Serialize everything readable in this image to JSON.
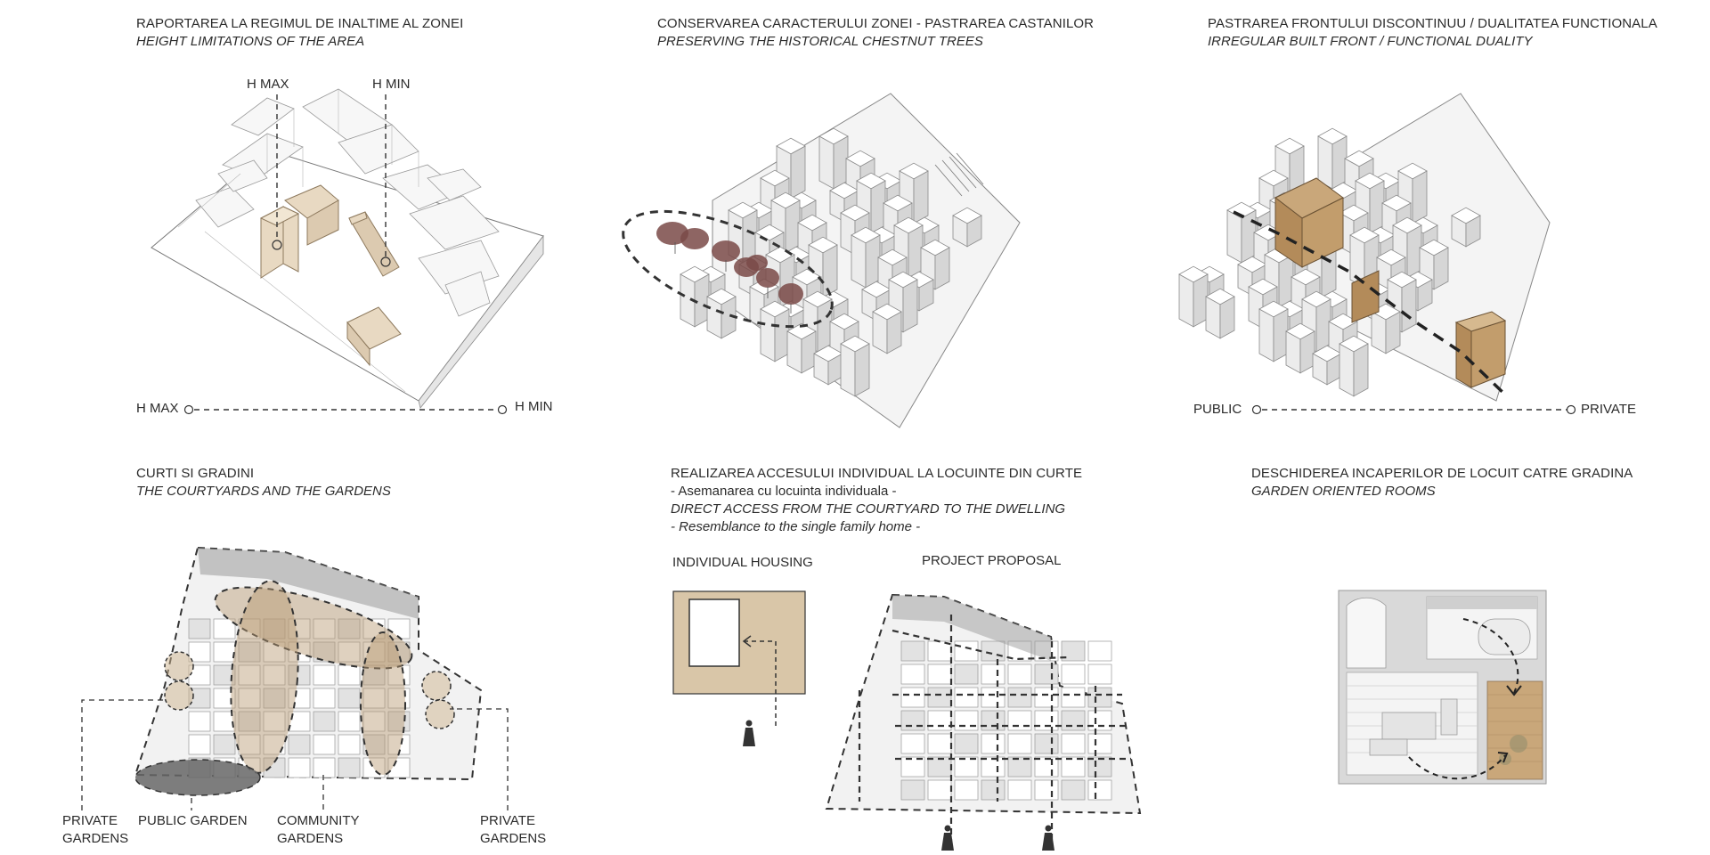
{
  "panels": {
    "height": {
      "title": "RAPORTAREA LA REGIMUL DE INALTIME AL ZONEI",
      "subtitle": "HEIGHT LIMITATIONS OF THE AREA",
      "labels": {
        "h_max_top": "H MAX",
        "h_min_top": "H MIN",
        "h_max_axis": "H MAX",
        "h_min_axis": "H MIN"
      }
    },
    "chestnut": {
      "title": "CONSERVAREA CARACTERULUI ZONEI - PASTRAREA CASTANILOR",
      "subtitle": "PRESERVING THE HISTORICAL CHESTNUT TREES"
    },
    "front": {
      "title": "PASTRAREA FRONTULUI DISCONTINUU / DUALITATEA FUNCTIONALA",
      "subtitle": "IRREGULAR BUILT FRONT / FUNCTIONAL DUALITY",
      "labels": {
        "public": "PUBLIC",
        "private": "PRIVATE"
      }
    },
    "courtyards": {
      "title": "CURTI SI GRADINI",
      "subtitle": "THE COURTYARDS AND THE GARDENS",
      "labels": {
        "private_left_1": "PRIVATE",
        "private_left_2": "GARDENS",
        "public_garden": "PUBLIC GARDEN",
        "community_1": "COMMUNITY",
        "community_2": "GARDENS",
        "private_right_1": "PRIVATE",
        "private_right_2": "GARDENS"
      }
    },
    "access": {
      "title": "REALIZAREA ACCESULUI INDIVIDUAL LA LOCUINTE DIN CURTE",
      "line2": "- Asemanarea cu locuinta individuala -",
      "line3": "DIRECT ACCESS FROM THE COURTYARD TO THE DWELLING",
      "line4": "- Resemblance to the single family home -",
      "labels": {
        "individual": "INDIVIDUAL HOUSING",
        "proposal": "PROJECT PROPOSAL"
      }
    },
    "garden_rooms": {
      "title": "DESCHIDEREA INCAPERILOR DE LOCUIT CATRE GRADINA",
      "subtitle": "GARDEN ORIENTED ROOMS"
    }
  },
  "colors": {
    "beige": "#d9c6a8",
    "tan": "#c2a57e",
    "wood": "#b89060",
    "chestnut": "#7a4a48",
    "ink": "#2b2b2b",
    "gray": "#8c8c8c",
    "light_gray": "#dcdcdc"
  }
}
